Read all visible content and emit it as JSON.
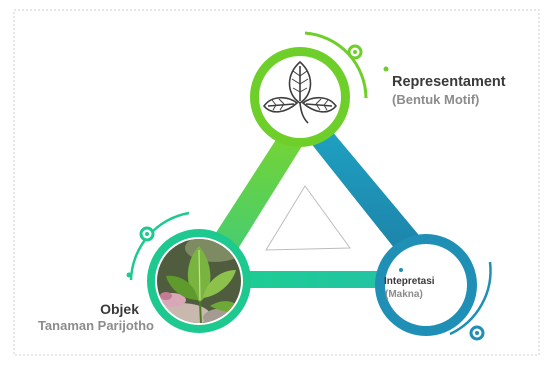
{
  "diagram": {
    "nodes": {
      "representamen": {
        "title": "Representament",
        "subtitle": "(Bentuk Motif)",
        "icon": "leaf-motif-icon",
        "color": "#6fcf2a"
      },
      "object": {
        "title": "Objek",
        "subtitle": "Tanaman Parijotho",
        "icon": "parijotho-plant-photo",
        "color": "#1ec990"
      },
      "interpretant": {
        "title": "Intepretasi",
        "subtitle": "(Makna)",
        "color": "#1f8fb5"
      }
    },
    "colors": {
      "green": "#6fcf2a",
      "teal": "#1ec990",
      "blue": "#1f8fb5",
      "text_dark": "#3a3a3a",
      "text_grey": "#8c8c8c"
    }
  }
}
